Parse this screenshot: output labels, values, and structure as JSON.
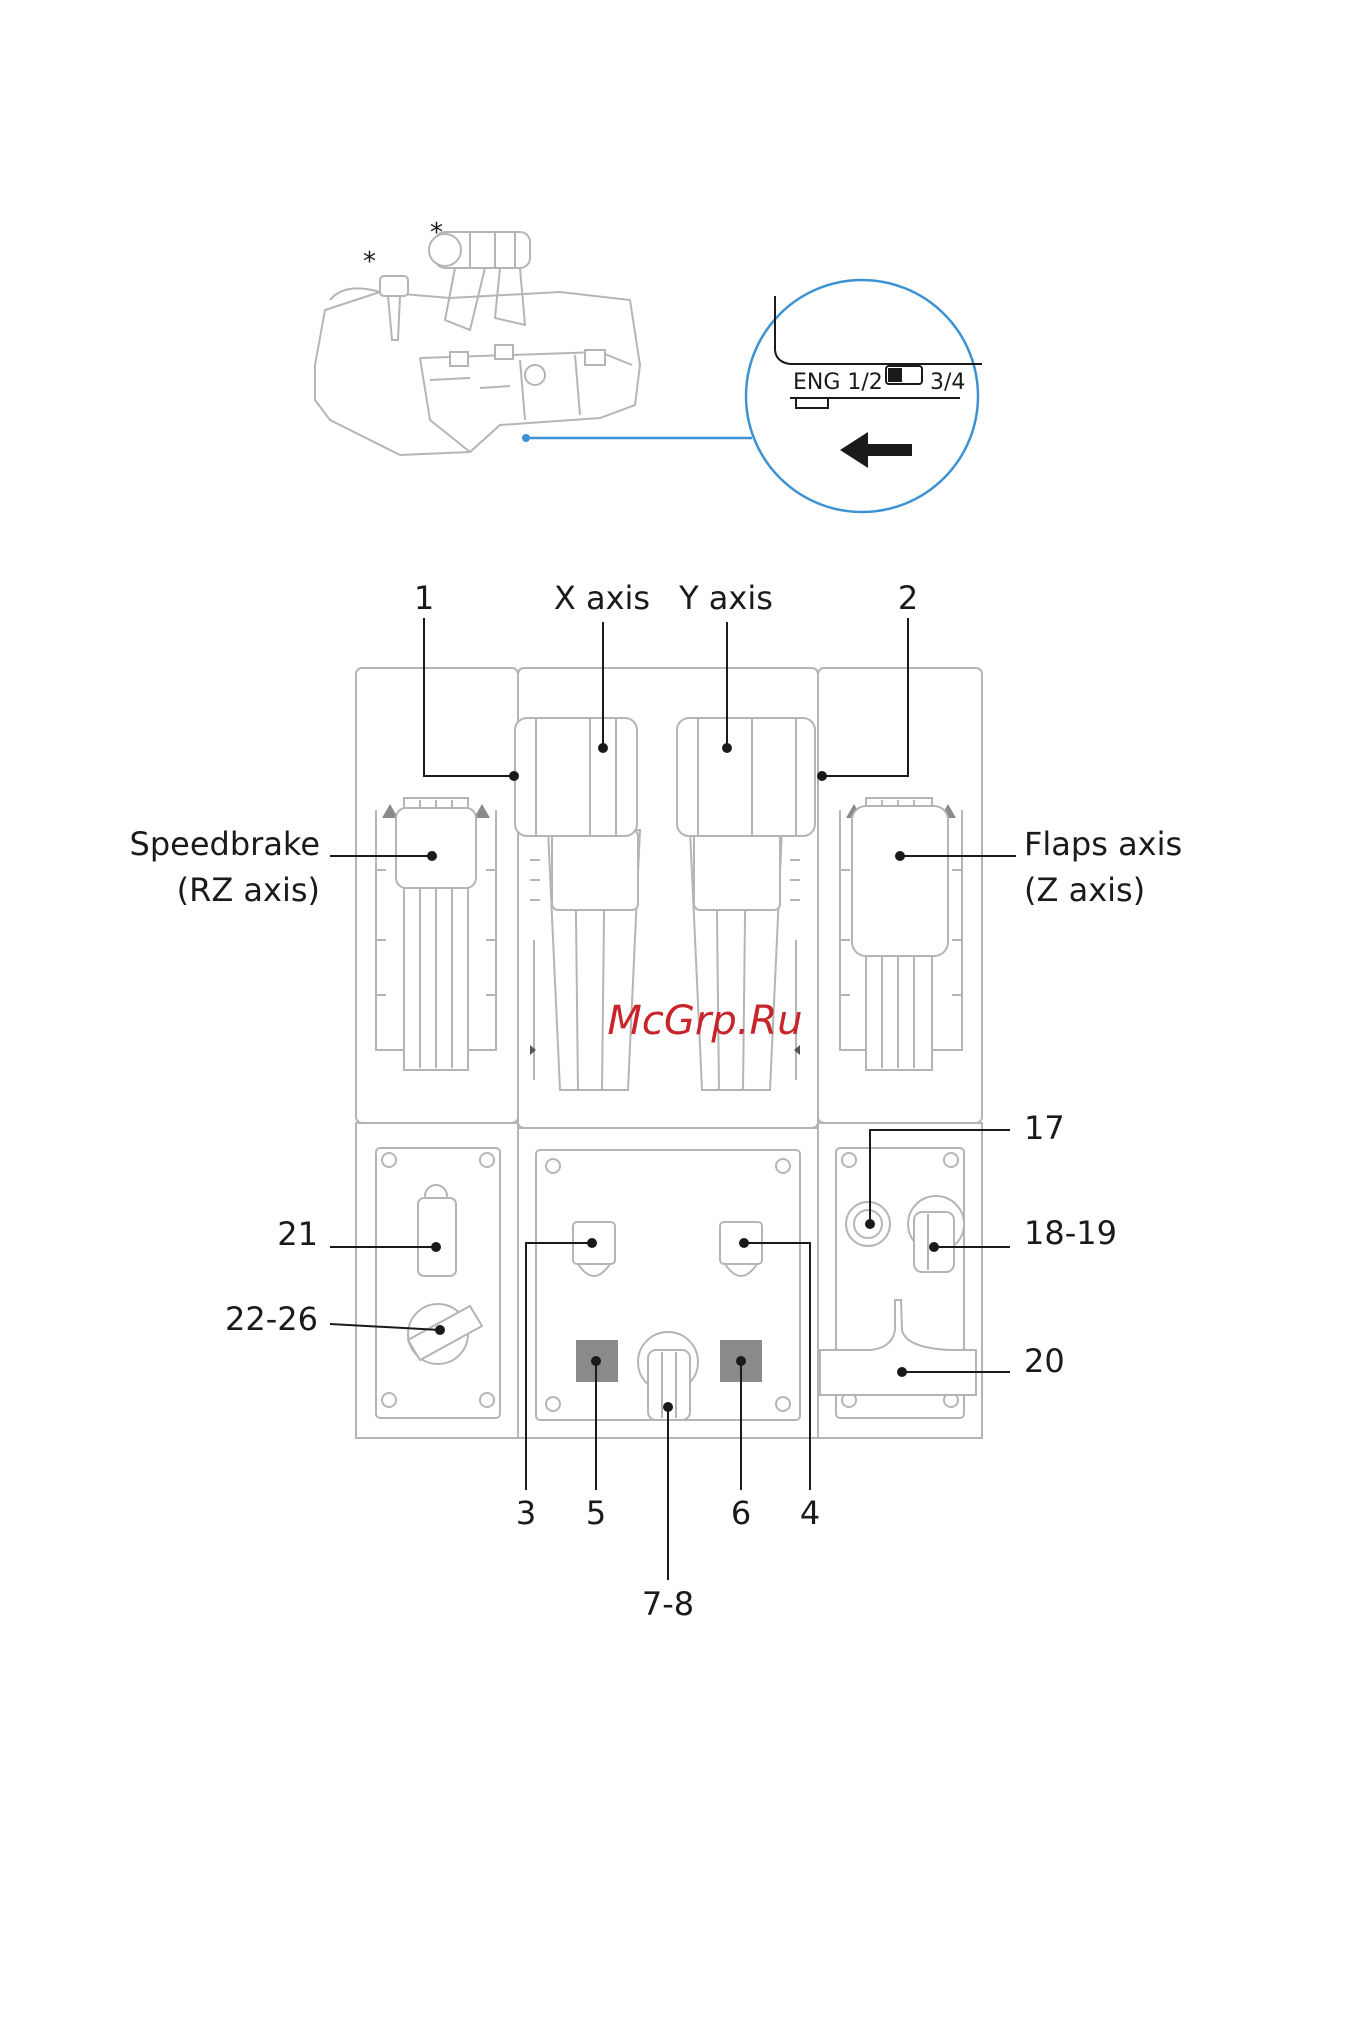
{
  "overview": {
    "star_left": "*",
    "star_right": "*",
    "zoom": {
      "label_left": "ENG 1/2",
      "label_right": "3/4",
      "arrow": "left-arrow-icon"
    },
    "colors": {
      "callout": "#3d92d3"
    }
  },
  "labels": {
    "c1": "1",
    "x_axis": "X axis",
    "y_axis": "Y axis",
    "c2": "2",
    "speedbrake_1": "Speedbrake",
    "speedbrake_2": "(RZ axis)",
    "flaps_1": "Flaps axis",
    "flaps_2": "(Z axis)",
    "c17": "17",
    "c18_19": "18-19",
    "c20": "20",
    "c21": "21",
    "c22_26": "22-26",
    "c3": "3",
    "c5": "5",
    "c6": "6",
    "c4": "4",
    "c7_8": "7-8"
  },
  "watermark": "McGrp.Ru"
}
